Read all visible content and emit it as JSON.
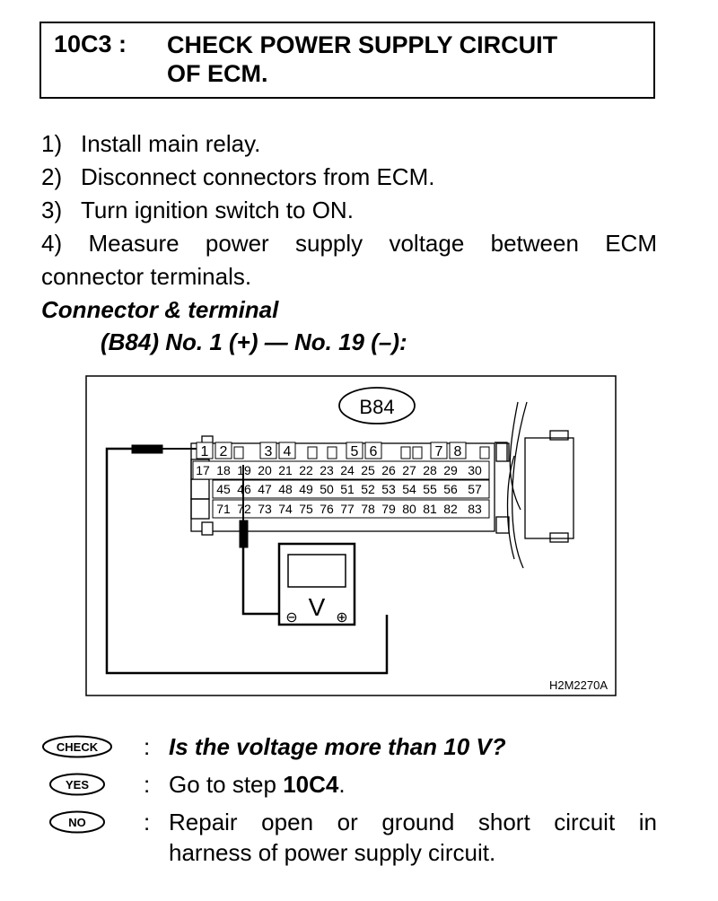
{
  "header": {
    "step_id": "10C3 :",
    "title_line1": "CHECK POWER SUPPLY CIRCUIT",
    "title_line2": "OF ECM."
  },
  "steps": [
    {
      "num": "1)",
      "text": "Install main relay."
    },
    {
      "num": "2)",
      "text": "Disconnect connectors from ECM."
    },
    {
      "num": "3)",
      "text": "Turn ignition switch to ON."
    },
    {
      "num": "4)",
      "text": "Measure power supply voltage between ECM",
      "cont": "connector terminals."
    }
  ],
  "connector": {
    "heading": "Connector & terminal",
    "spec": "(B84) No. 1 (+) — No. 19 (–):"
  },
  "diagram": {
    "connector_label": "B84",
    "figure_code": "H2M2270A",
    "row1": [
      "1",
      "2",
      "",
      "3",
      "4",
      "",
      "",
      "5",
      "6",
      "",
      "",
      "7",
      "8"
    ],
    "row2": [
      "17",
      "18",
      "19",
      "20",
      "21",
      "22",
      "23",
      "24",
      "25",
      "26",
      "27",
      "28",
      "29",
      "30"
    ],
    "row3": [
      "",
      "45",
      "46",
      "47",
      "48",
      "49",
      "50",
      "51",
      "52",
      "53",
      "54",
      "55",
      "56",
      "57"
    ],
    "row4": [
      "",
      "71",
      "72",
      "73",
      "74",
      "75",
      "76",
      "77",
      "78",
      "79",
      "80",
      "81",
      "82",
      "83"
    ],
    "meter_symbol": "V",
    "neg": "⊖",
    "pos": "⊕"
  },
  "questions": [
    {
      "badge": "CHECK",
      "colon": ":",
      "text": "Is the voltage more than 10 V?"
    },
    {
      "badge": "YES",
      "colon": ":",
      "text_prefix": "Go to step ",
      "text_bold": "10C4",
      "text_suffix": "."
    },
    {
      "badge": "NO",
      "colon": ":",
      "text_line1": "Repair open or ground short circuit in",
      "text_line2": "harness of power supply circuit."
    }
  ]
}
